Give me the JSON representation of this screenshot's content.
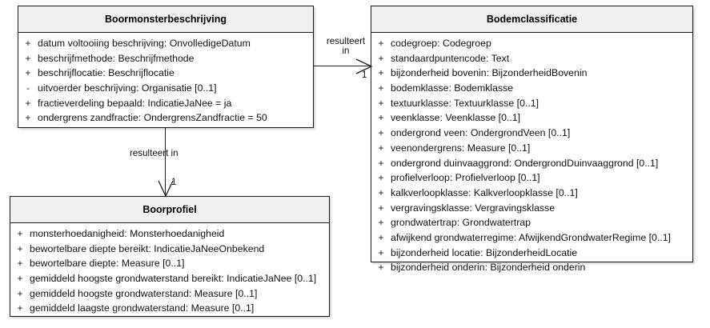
{
  "diagram": {
    "type": "uml-class-diagram",
    "title": "Boormonsterbeschrijving / Bodemclassificatie / Boorprofiel",
    "classes": [
      {
        "id": "boormonsterbeschrijving",
        "name": "Boormonsterbeschrijving",
        "attributes": [
          {
            "visibility": "+",
            "text": "datum voltooiing beschrijving: OnvolledigeDatum"
          },
          {
            "visibility": "+",
            "text": "beschrijfmethode: Beschrijfmethode"
          },
          {
            "visibility": "+",
            "text": "beschrijflocatie: Beschrijflocatie"
          },
          {
            "visibility": "-",
            "text": "uitvoerder beschrijving: Organisatie [0..1]"
          },
          {
            "visibility": "+",
            "text": "fractieverdeling bepaald: IndicatieJaNee = ja"
          },
          {
            "visibility": "+",
            "text": "ondergrens zandfractie: OndergrensZandfractie = 50"
          }
        ]
      },
      {
        "id": "bodemclassificatie",
        "name": "Bodemclassificatie",
        "attributes": [
          {
            "visibility": "+",
            "text": "codegroep: Codegroep"
          },
          {
            "visibility": "+",
            "text": "standaardpuntencode: Text"
          },
          {
            "visibility": "+",
            "text": "bijzonderheid bovenin: BijzonderheidBovenin"
          },
          {
            "visibility": "+",
            "text": "bodemklasse: Bodemklasse"
          },
          {
            "visibility": "+",
            "text": "textuurklasse: Textuurklasse [0..1]"
          },
          {
            "visibility": "+",
            "text": "veenklasse: Veenklasse [0..1]"
          },
          {
            "visibility": "+",
            "text": "ondergrond veen: OndergrondVeen [0..1]"
          },
          {
            "visibility": "+",
            "text": "veenondergrens: Measure [0..1]"
          },
          {
            "visibility": "+",
            "text": "ondergrond duinvaaggrond: OndergrondDuinvaaggrond [0..1]"
          },
          {
            "visibility": "+",
            "text": "profielverloop: Profielverloop [0..1]"
          },
          {
            "visibility": "+",
            "text": "kalkverloopklasse: Kalkverloopklasse [0..1]"
          },
          {
            "visibility": "+",
            "text": "vergravingsklasse: Vergravingsklasse"
          },
          {
            "visibility": "+",
            "text": "grondwatertrap: Grondwatertrap"
          },
          {
            "visibility": "+",
            "text": "afwijkend grondwaterregime: AfwijkendGrondwaterRegime [0..1]"
          },
          {
            "visibility": "+",
            "text": "bijzonderheid locatie: BijzonderheidLocatie"
          },
          {
            "visibility": "+",
            "text": "bijzonderheid onderin: Bijzonderheid onderin"
          }
        ]
      },
      {
        "id": "boorprofiel",
        "name": "Boorprofiel",
        "attributes": [
          {
            "visibility": "+",
            "text": "monsterhoedanigheid: Monsterhoedanigheid"
          },
          {
            "visibility": "+",
            "text": "bewortelbare diepte bereikt: IndicatieJaNeeOnbekend"
          },
          {
            "visibility": "+",
            "text": "bewortelbare diepte: Measure [0..1]"
          },
          {
            "visibility": "+",
            "text": "gemiddeld hoogste grondwaterstand bereikt: IndicatieJaNee [0..1]"
          },
          {
            "visibility": "+",
            "text": "gemiddeld hoogste grondwaterstand: Measure [0..1]"
          },
          {
            "visibility": "+",
            "text": "gemiddeld laagste grondwaterstand: Measure [0..1]"
          }
        ]
      }
    ],
    "associations": [
      {
        "id": "assoc-to-bodemclassificatie",
        "label_line1": "resulteert",
        "label_line2": "in",
        "multiplicity": "1",
        "source": "Boormonsterbeschrijving",
        "target": "Bodemclassificatie",
        "direction": "right"
      },
      {
        "id": "assoc-to-boorprofiel",
        "label_line1": "resulteert in",
        "label_line2": "",
        "multiplicity": "1",
        "source": "Boormonsterbeschrijving",
        "target": "Boorprofiel",
        "direction": "down"
      }
    ],
    "colors": {
      "border": "#1a1a1a",
      "header_fill": "#f0f0ee",
      "body_fill": "#ffffff",
      "text": "#101010",
      "line": "#1d1d1d"
    }
  }
}
